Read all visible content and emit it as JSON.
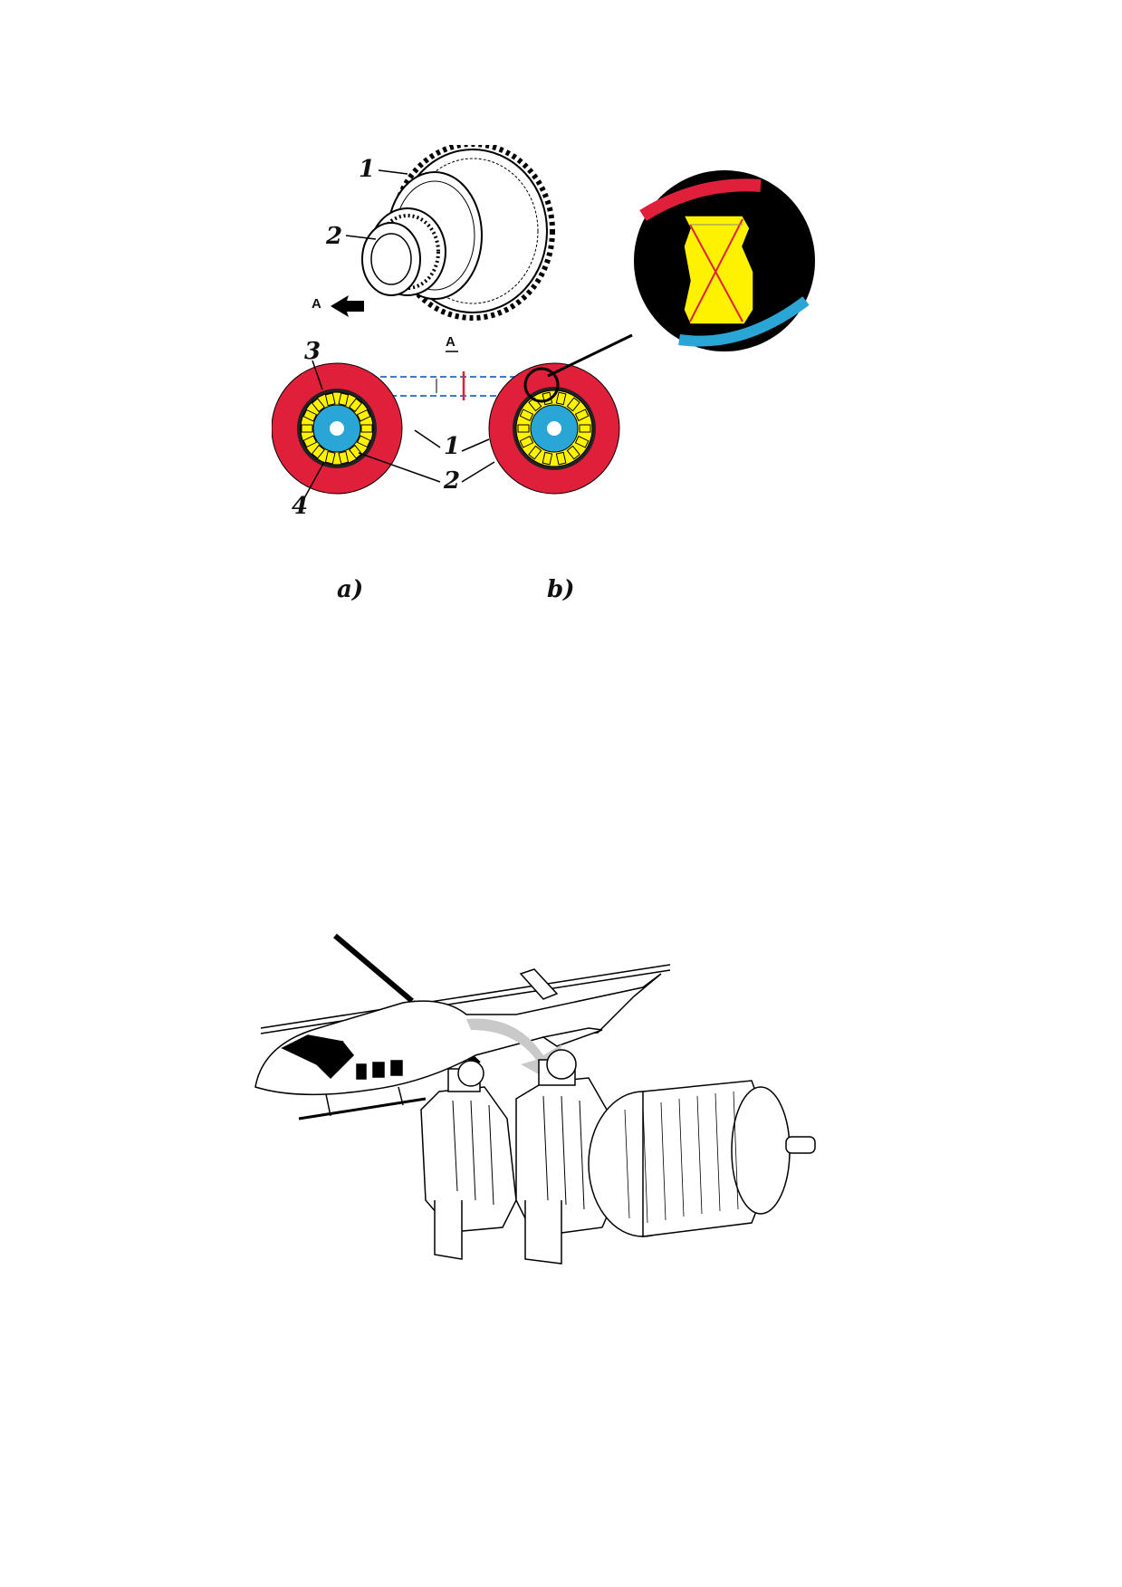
{
  "figure1": {
    "callouts": {
      "top_1": "1",
      "top_2": "2",
      "arrow_a": "A",
      "section_a": "A",
      "left_3": "3",
      "left_4": "4",
      "mid_1": "1",
      "mid_2": "2",
      "caption_a": "a)",
      "caption_b": "b)"
    },
    "colors": {
      "outer_ring": "#e0203a",
      "inner_hub": "#2aa6d6",
      "rollers": "#fff200",
      "outline": "#000000"
    },
    "icons": [
      "gear-drum-icon",
      "roller-clutch-icon",
      "detail-magnifier-icon"
    ]
  },
  "figure2": {
    "icons": [
      "helicopter-icon",
      "twin-engine-icon",
      "transfer-arrow-icon"
    ]
  }
}
